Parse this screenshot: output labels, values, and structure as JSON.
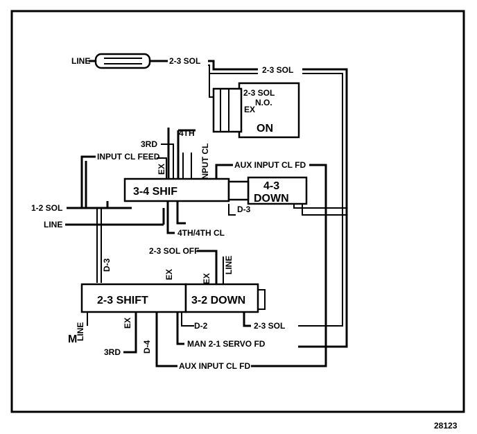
{
  "figure_id": "28123",
  "labels": {
    "line_top": "LINE",
    "sol_23_a": "2-3 SOL",
    "sol_23_b": "2-3 SOL",
    "sol_box_title": "2-3 SOL",
    "sol_box_no": "N.O.",
    "sol_box_ex": "EX",
    "sol_box_on": "ON",
    "fourth": "4TH",
    "third": "3RD",
    "input_cl_feed": "INPUT CL FEED",
    "ex_top": "EX",
    "input_cl": "INPUT CL",
    "aux_input_cl_fd_top": "AUX INPUT CL FD",
    "shift_34": "3-4 SHIF",
    "down_43_a": "4-3",
    "down_43_b": "DOWN",
    "d3_top": "D-3",
    "sol_12": "1-2 SOL",
    "line_mid": "LINE",
    "fourth_cl": "4TH/4TH CL",
    "sol_23_off": "2-3 SOL OFF",
    "d3_left": "D-3",
    "ex_mid": "EX",
    "ex_mid2": "EX",
    "line_vert": "LINE",
    "shift_23": "2-3 SHIFT",
    "down_32": "3-2 DOWN",
    "line_left": "LINE",
    "ex_low": "EX",
    "d4": "D-4",
    "d2": "D-2",
    "sol_23_low": "2-3 SOL",
    "third_low": "3RD",
    "man_21": "MAN 2-1 SERVO FD",
    "aux_input_cl_fd_bot": "AUX INPUT CL FD",
    "m_left": "M"
  }
}
